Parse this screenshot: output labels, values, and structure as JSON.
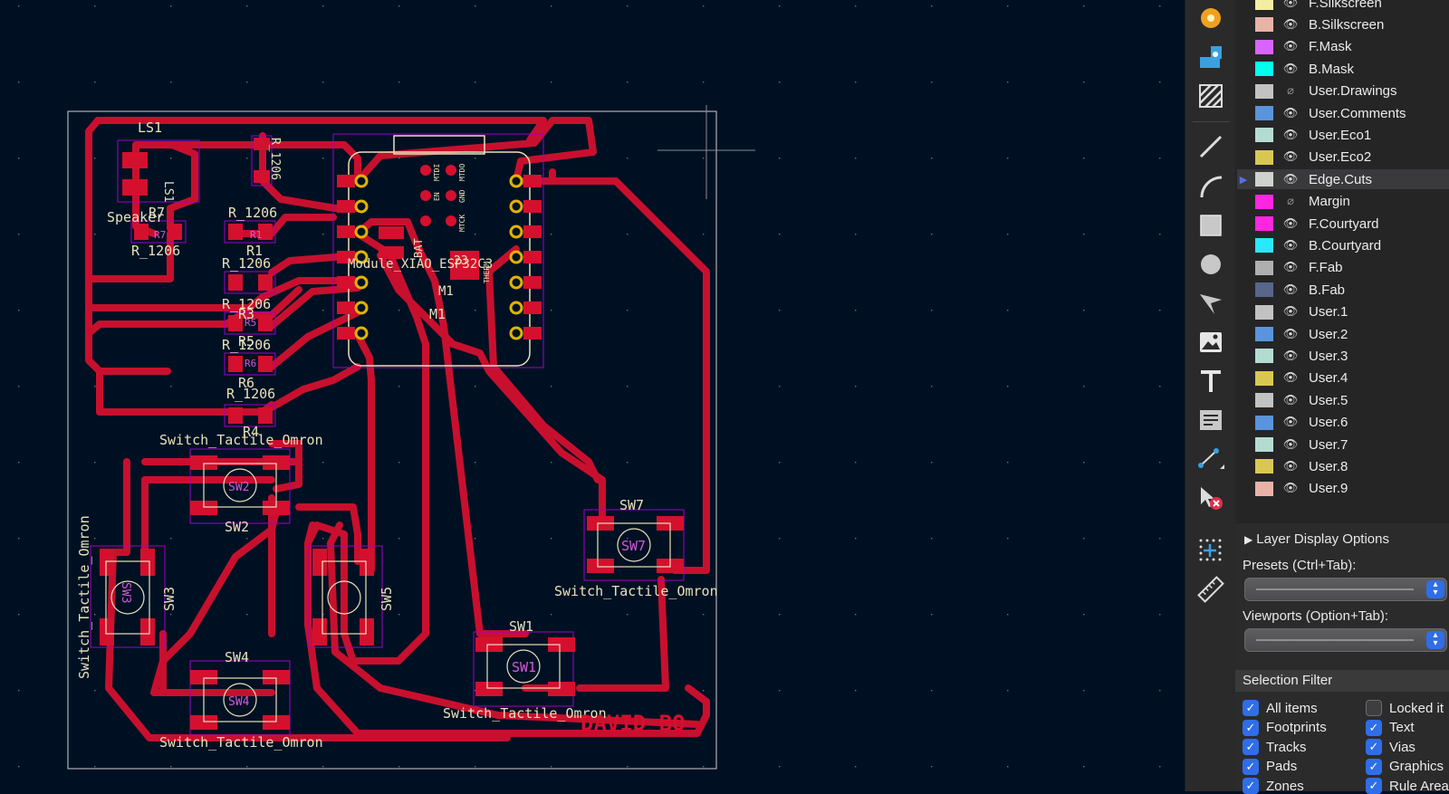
{
  "canvas": {
    "board_text": "DAVID BO",
    "references": {
      "ls1": "LS1",
      "sw1": "SW1",
      "sw2": "SW2",
      "sw3": "SW3",
      "sw4": "SW4",
      "sw5": "SW5",
      "sw7": "SW7",
      "r1": "R1",
      "r3": "R3",
      "r5": "R5",
      "r6": "R6",
      "r7": "R7",
      "r4": "R4",
      "m1": "M1",
      "u23": "23"
    },
    "values": {
      "switch": "Switch_Tactile_Omron",
      "resistor": "R_1206",
      "speaker": "Speaker",
      "module": "Module_XIAO_ESP32C3",
      "pins": [
        "MTDI",
        "MTDO",
        "EN",
        "GND",
        "MTCK",
        "BAT",
        "THERM"
      ]
    }
  },
  "toolbar": {
    "tools": [
      "highlight-net-icon",
      "route-track-icon",
      "zone-icon",
      "line-icon",
      "arc-icon",
      "rectangle-icon",
      "circle-icon",
      "polygon-icon",
      "image-icon",
      "text-icon",
      "textbox-icon",
      "dimension-icon",
      "delete-icon",
      "grid-origin-icon",
      "measure-icon"
    ]
  },
  "layers": [
    {
      "name": "F.Silkscreen",
      "color": "#f2eda1",
      "visible": true
    },
    {
      "name": "B.Silkscreen",
      "color": "#e8b2a7",
      "visible": true
    },
    {
      "name": "F.Mask",
      "color": "#d864ff",
      "visible": true
    },
    {
      "name": "B.Mask",
      "color": "#02ffee",
      "visible": true
    },
    {
      "name": "User.Drawings",
      "color": "#c2c2c2",
      "visible": false
    },
    {
      "name": "User.Comments",
      "color": "#5994dc",
      "visible": true
    },
    {
      "name": "User.Eco1",
      "color": "#b4dbd2",
      "visible": true
    },
    {
      "name": "User.Eco2",
      "color": "#d8c852",
      "visible": true
    },
    {
      "name": "Edge.Cuts",
      "color": "#d0d2cd",
      "visible": true,
      "selected": true
    },
    {
      "name": "Margin",
      "color": "#ff26e2",
      "visible": false
    },
    {
      "name": "F.Courtyard",
      "color": "#ff26e2",
      "visible": true
    },
    {
      "name": "B.Courtyard",
      "color": "#26e9ff",
      "visible": true
    },
    {
      "name": "F.Fab",
      "color": "#afafaf",
      "visible": true
    },
    {
      "name": "B.Fab",
      "color": "#58668a",
      "visible": true
    },
    {
      "name": "User.1",
      "color": "#c2c2c2",
      "visible": true
    },
    {
      "name": "User.2",
      "color": "#5994dc",
      "visible": true
    },
    {
      "name": "User.3",
      "color": "#b4dbd2",
      "visible": true
    },
    {
      "name": "User.4",
      "color": "#d8c852",
      "visible": true
    },
    {
      "name": "User.5",
      "color": "#c2c2c2",
      "visible": true
    },
    {
      "name": "User.6",
      "color": "#5994dc",
      "visible": true
    },
    {
      "name": "User.7",
      "color": "#b4dbd2",
      "visible": true
    },
    {
      "name": "User.8",
      "color": "#d8c852",
      "visible": true
    },
    {
      "name": "User.9",
      "color": "#e8b2a7",
      "visible": true
    }
  ],
  "panel": {
    "layer_display_options": "Layer Display Options",
    "presets_label": "Presets (Ctrl+Tab):",
    "viewports_label": "Viewports (Option+Tab):",
    "selection_filter": "Selection Filter",
    "filters_left": [
      {
        "label": "All items",
        "checked": true
      },
      {
        "label": "Footprints",
        "checked": true
      },
      {
        "label": "Tracks",
        "checked": true
      },
      {
        "label": "Pads",
        "checked": true
      },
      {
        "label": "Zones",
        "checked": true
      }
    ],
    "filters_right": [
      {
        "label": "Locked it",
        "checked": false
      },
      {
        "label": "Text",
        "checked": true
      },
      {
        "label": "Vias",
        "checked": true
      },
      {
        "label": "Graphics",
        "checked": true
      },
      {
        "label": "Rule Area",
        "checked": true
      }
    ]
  }
}
